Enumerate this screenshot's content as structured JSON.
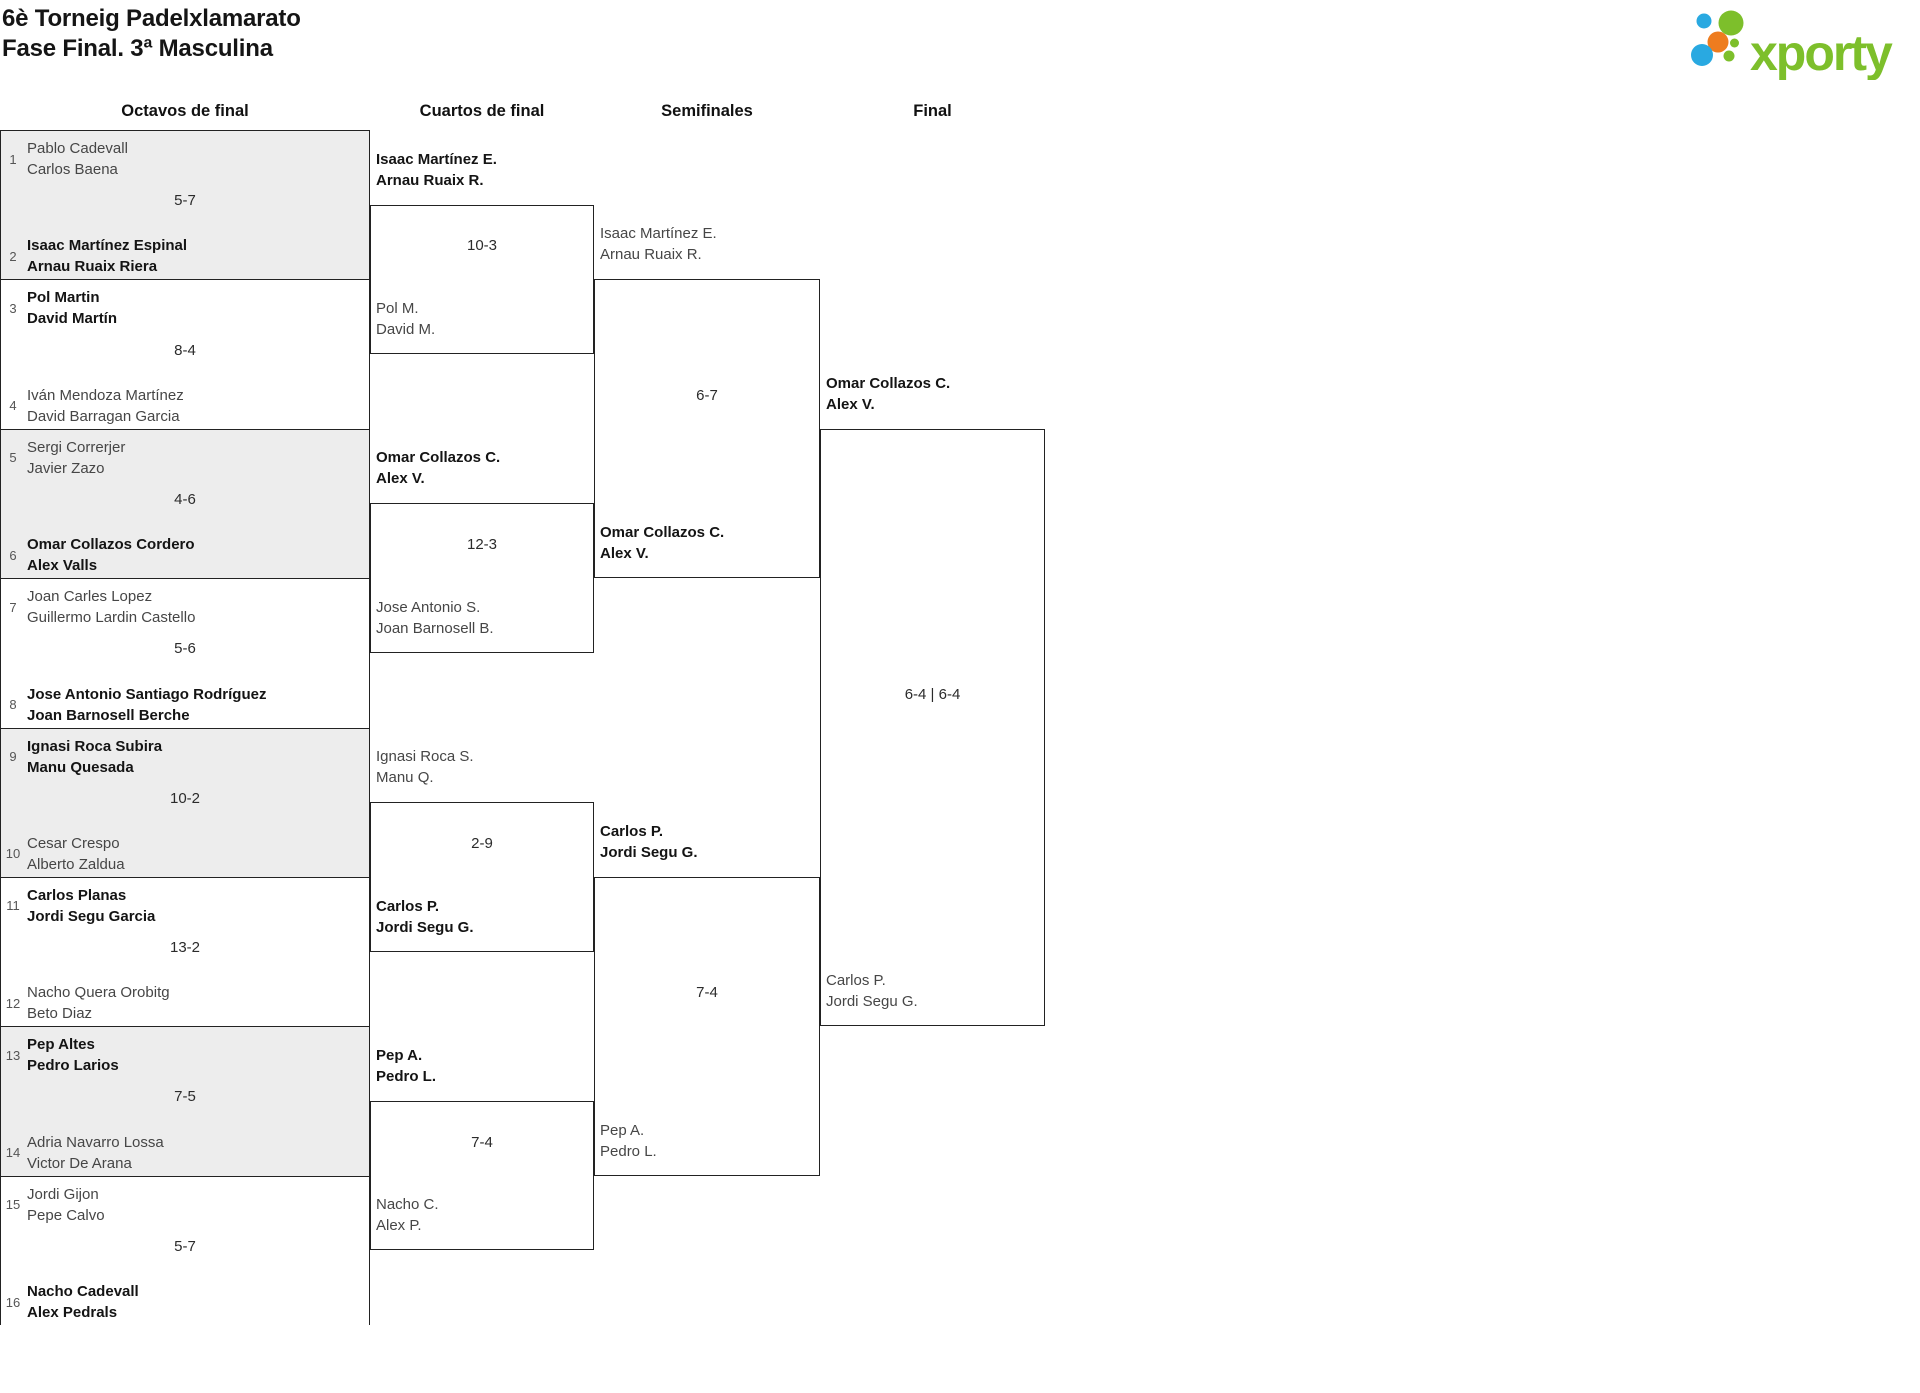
{
  "title": {
    "line1": "6è Torneig Padelxlamarato",
    "line2": "Fase Final. 3ª Masculina"
  },
  "logo": {
    "brand": "xporty",
    "green": "#7dbf2b",
    "blue": "#29a9e1",
    "orange": "#ee7c1f"
  },
  "columns": [
    "Octavos de final",
    "Cuartos de final",
    "Semifinales",
    "Final"
  ],
  "rounds": [
    {
      "name": "Octavos de final",
      "matches": [
        {
          "top": {
            "seed": "1",
            "players": [
              "Pablo Cadevall",
              "Carlos Baena"
            ],
            "winner": false
          },
          "bottom": {
            "seed": "2",
            "players": [
              "Isaac Martínez Espinal",
              "Arnau Ruaix Riera"
            ],
            "winner": true
          },
          "score": "5-7",
          "shaded": true
        },
        {
          "top": {
            "seed": "3",
            "players": [
              "Pol Martin",
              "David Martín"
            ],
            "winner": true
          },
          "bottom": {
            "seed": "4",
            "players": [
              "Iván Mendoza Martínez",
              "David Barragan Garcia"
            ],
            "winner": false
          },
          "score": "8-4",
          "shaded": false
        },
        {
          "top": {
            "seed": "5",
            "players": [
              "Sergi Correrjer",
              "Javier Zazo"
            ],
            "winner": false
          },
          "bottom": {
            "seed": "6",
            "players": [
              "Omar Collazos Cordero",
              "Alex Valls"
            ],
            "winner": true
          },
          "score": "4-6",
          "shaded": true
        },
        {
          "top": {
            "seed": "7",
            "players": [
              "Joan Carles Lopez",
              "Guillermo Lardin Castello"
            ],
            "winner": false
          },
          "bottom": {
            "seed": "8",
            "players": [
              "Jose Antonio Santiago Rodríguez",
              "Joan Barnosell Berche"
            ],
            "winner": true
          },
          "score": "5-6",
          "shaded": false
        },
        {
          "top": {
            "seed": "9",
            "players": [
              "Ignasi Roca Subira",
              "Manu Quesada"
            ],
            "winner": true
          },
          "bottom": {
            "seed": "10",
            "players": [
              "Cesar Crespo",
              "Alberto Zaldua"
            ],
            "winner": false
          },
          "score": "10-2",
          "shaded": true
        },
        {
          "top": {
            "seed": "11",
            "players": [
              "Carlos Planas",
              "Jordi Segu Garcia"
            ],
            "winner": true
          },
          "bottom": {
            "seed": "12",
            "players": [
              "Nacho Quera Orobitg",
              "Beto Diaz"
            ],
            "winner": false
          },
          "score": "13-2",
          "shaded": false
        },
        {
          "top": {
            "seed": "13",
            "players": [
              "Pep Altes",
              "Pedro Larios"
            ],
            "winner": true
          },
          "bottom": {
            "seed": "14",
            "players": [
              "Adria Navarro Lossa",
              "Victor De Arana"
            ],
            "winner": false
          },
          "score": "7-5",
          "shaded": true
        },
        {
          "top": {
            "seed": "15",
            "players": [
              "Jordi Gijon",
              "Pepe Calvo"
            ],
            "winner": false
          },
          "bottom": {
            "seed": "16",
            "players": [
              "Nacho Cadevall",
              "Alex Pedrals"
            ],
            "winner": true
          },
          "score": "5-7",
          "shaded": false
        }
      ]
    },
    {
      "name": "Cuartos de final",
      "matches": [
        {
          "top": {
            "players": [
              "Isaac Martínez E.",
              "Arnau Ruaix R."
            ],
            "winner": true
          },
          "bottom": {
            "players": [
              "Pol M.",
              "David M."
            ],
            "winner": false
          },
          "score": "10-3"
        },
        {
          "top": {
            "players": [
              "Omar Collazos C.",
              "Alex V."
            ],
            "winner": true
          },
          "bottom": {
            "players": [
              "Jose Antonio S.",
              "Joan Barnosell B."
            ],
            "winner": false
          },
          "score": "12-3"
        },
        {
          "top": {
            "players": [
              "Ignasi Roca S.",
              "Manu Q."
            ],
            "winner": false
          },
          "bottom": {
            "players": [
              "Carlos P.",
              "Jordi Segu G."
            ],
            "winner": true
          },
          "score": "2-9"
        },
        {
          "top": {
            "players": [
              "Pep A.",
              "Pedro L."
            ],
            "winner": true
          },
          "bottom": {
            "players": [
              "Nacho C.",
              "Alex P."
            ],
            "winner": false
          },
          "score": "7-4"
        }
      ]
    },
    {
      "name": "Semifinales",
      "matches": [
        {
          "top": {
            "players": [
              "Isaac Martínez E.",
              "Arnau Ruaix R."
            ],
            "winner": false
          },
          "bottom": {
            "players": [
              "Omar Collazos C.",
              "Alex V."
            ],
            "winner": true
          },
          "score": "6-7"
        },
        {
          "top": {
            "players": [
              "Carlos P.",
              "Jordi Segu G."
            ],
            "winner": true
          },
          "bottom": {
            "players": [
              "Pep A.",
              "Pedro L."
            ],
            "winner": false
          },
          "score": "7-4"
        }
      ]
    },
    {
      "name": "Final",
      "matches": [
        {
          "top": {
            "players": [
              "Omar Collazos C.",
              "Alex V."
            ],
            "winner": true
          },
          "bottom": {
            "players": [
              "Carlos P.",
              "Jordi Segu G."
            ],
            "winner": false
          },
          "score": "6-4 | 6-4"
        }
      ]
    }
  ]
}
